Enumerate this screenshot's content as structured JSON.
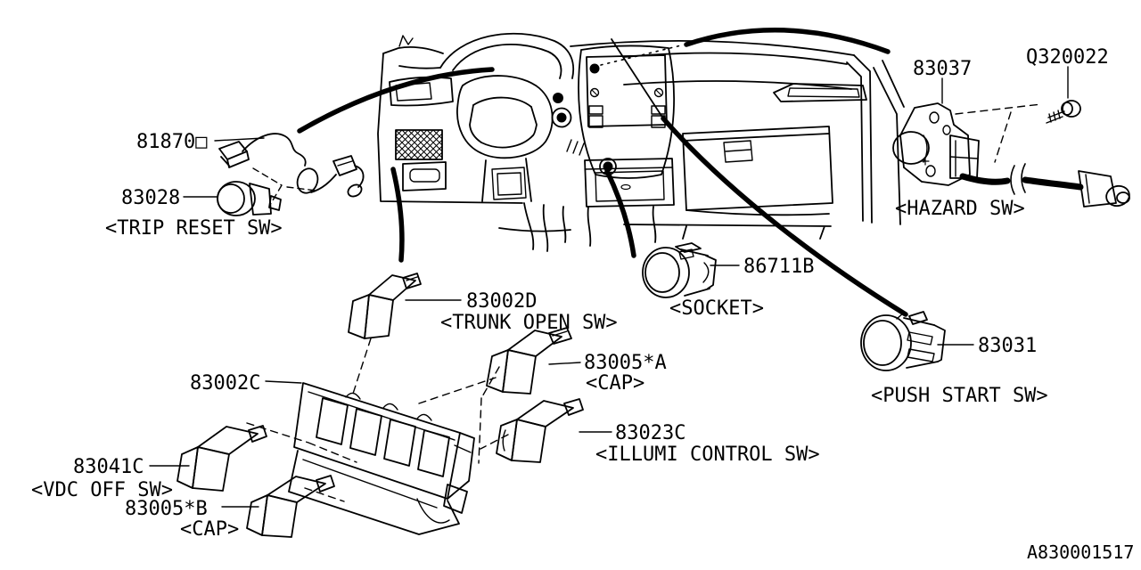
{
  "diagram": {
    "doc_number": "A830001517",
    "line_color": "#000000",
    "bg_color": "#ffffff",
    "parts": {
      "harness": {
        "code": "81870□"
      },
      "trip_reset": {
        "code": "83028",
        "name": "<TRIP RESET SW>"
      },
      "hazard": {
        "code": "83037",
        "name": "<HAZARD SW>"
      },
      "hazard_screw": {
        "code": "Q320022"
      },
      "socket": {
        "code": "86711B",
        "name": "<SOCKET>"
      },
      "trunk_open": {
        "code": "83002D",
        "name": "<TRUNK OPEN SW>"
      },
      "cap_a": {
        "code": "83005*A",
        "name": "<CAP>"
      },
      "panel": {
        "code": "83002C"
      },
      "vdc_off": {
        "code": "83041C",
        "name": "<VDC OFF SW>"
      },
      "cap_b": {
        "code": "83005*B",
        "name": "<CAP>"
      },
      "illumi": {
        "code": "83023C",
        "name": "<ILLUMI CONTROL SW>"
      },
      "push_start": {
        "code": "83031",
        "name": "<PUSH START SW>"
      }
    }
  }
}
